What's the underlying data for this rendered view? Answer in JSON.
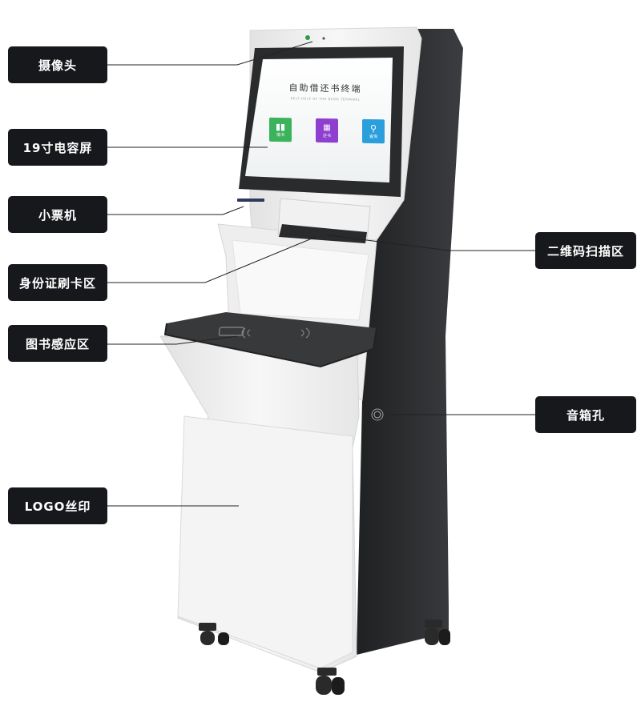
{
  "callouts": {
    "camera": "摄像头",
    "touch_screen": "19寸电容屏",
    "receipt_printer": "小票机",
    "qr_scan_area": "二维码扫描区",
    "id_card_area": "身份证刷卡区",
    "book_sensing_area": "图书感应区",
    "speaker_hole": "音箱孔",
    "logo_print": "LOGO丝印"
  },
  "screen": {
    "title": "自助借还书终端",
    "subtitle": "SELF-HELP OF THE BOOK TERMINAL",
    "tiles": [
      {
        "label": "借书",
        "icon": "borrow-book-icon",
        "color": "#3db25c"
      },
      {
        "label": "还书",
        "icon": "return-book-icon",
        "color": "#8f3fcf"
      },
      {
        "label": "查询",
        "icon": "search-icon",
        "color": "#2b9fdc"
      }
    ]
  },
  "colors": {
    "label_bg": "#16181b",
    "kiosk_body": "#f3f3f3",
    "kiosk_side": "#2b2c2e",
    "panel_dark": "#3a3b3d"
  }
}
